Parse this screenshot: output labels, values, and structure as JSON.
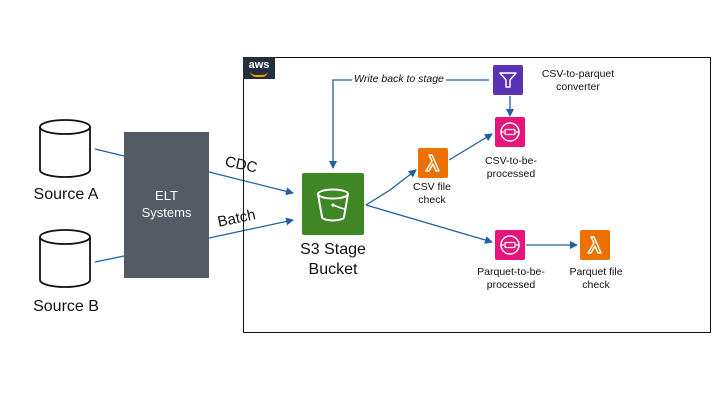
{
  "aws_logo": "aws",
  "sources": [
    {
      "label": "Source A"
    },
    {
      "label": "Source B"
    }
  ],
  "elt": {
    "label": "ELT Systems"
  },
  "edges": {
    "cdc": "CDC",
    "batch": "Batch",
    "write_back": "Write back to stage"
  },
  "s3": {
    "label": "S3 Stage Bucket",
    "icon": "bucket-icon"
  },
  "lambda_csv": {
    "label": "CSV file check",
    "icon": "lambda-icon"
  },
  "sqs_csv": {
    "label": "CSV-to-be-processed",
    "icon": "queue-icon"
  },
  "converter": {
    "label": "CSV-to-parquet converter",
    "icon": "glue-funnel-icon"
  },
  "sqs_parquet": {
    "label": "Parquet-to-be-processed",
    "icon": "queue-icon"
  },
  "lambda_parquet": {
    "label": "Parquet file check",
    "icon": "lambda-icon"
  },
  "colors": {
    "arrow": "#1f5fa8",
    "elt_fill": "#545b64",
    "s3": "#3f8624",
    "lambda": "#ed7100",
    "sqs": "#e7157b",
    "glue": "#5a30b5",
    "aws_brand": "#232f3e",
    "aws_smile": "#ff9900"
  }
}
